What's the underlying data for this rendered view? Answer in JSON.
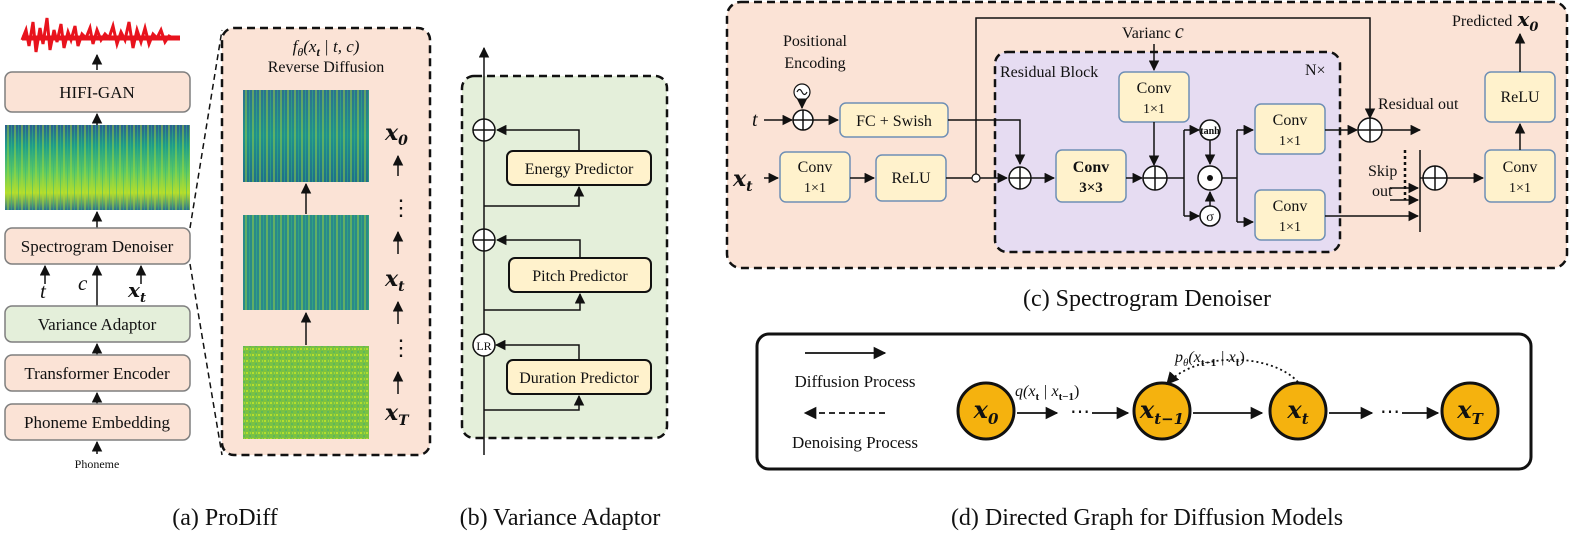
{
  "captions": {
    "a": "(a) ProDiff",
    "b": "(b) Variance Adaptor",
    "c": "(c) Spectrogram Denoiser",
    "d": "(d) Directed Graph for Diffusion Models"
  },
  "prodiff": {
    "hifigan": "HIFI-GAN",
    "denoiser": "Spectrogram Denoiser",
    "t": "t",
    "c": "c",
    "xt": "x",
    "xt_sub": "t",
    "adaptor": "Variance Adaptor",
    "encoder": "Transformer Encoder",
    "embedding": "Phoneme Embedding",
    "phoneme": "Phoneme"
  },
  "reverse": {
    "func": "f",
    "func_sub": "θ",
    "func_args": "(x",
    "func_args_sub": "t",
    "func_args_rest": " | t, c)",
    "title": "Reverse Diffusion",
    "x0": "x",
    "x0_sub": "0",
    "xt": "x",
    "xt_sub": "t",
    "xT": "x",
    "xT_sub": "T",
    "dots": "⋮"
  },
  "variance": {
    "energy": "Energy Predictor",
    "pitch": "Pitch Predictor",
    "duration": "Duration Predictor",
    "lr": "LR"
  },
  "denoiser": {
    "pos_enc_1": "Positional",
    "pos_enc_2": "Encoding",
    "t": "t",
    "fc": "FC + Swish",
    "xt": "x",
    "xt_sub": "t",
    "conv_in_1": "Conv",
    "conv_in_2": "1×1",
    "relu_in": "ReLU",
    "variance": "Varianc",
    "variance_c": "c",
    "residual_block": "Residual Block",
    "n_times": "N×",
    "conv_c_1": "Conv",
    "conv_c_2": "1×1",
    "conv3_1": "Conv",
    "conv3_2": "3×3",
    "tanh": "tanh",
    "sigma": "σ",
    "conv_r1_1": "Conv",
    "conv_r1_2": "1×1",
    "conv_r2_1": "Conv",
    "conv_r2_2": "1×1",
    "residual_out": "Residual out",
    "skip_1": "Skip",
    "skip_2": "out",
    "predicted": "Predicted",
    "pred_x": "x",
    "pred_sub": "0",
    "relu_out": "ReLU",
    "conv_out_1": "Conv",
    "conv_out_2": "1×1"
  },
  "graph": {
    "diffusion": "Diffusion Process",
    "denoising": "Denoising Process",
    "q": "q(x",
    "q_sub1": "t",
    "q_mid": " | x",
    "q_sub2": "t−1",
    "q_end": ")",
    "p": "p",
    "p_sub": "θ",
    "p_args": "(x",
    "p_sub1": "t−1",
    "p_mid": " | x",
    "p_sub2": "t",
    "p_end": ")",
    "dots": "⋯",
    "nodes": [
      {
        "x": "x",
        "sub": "0"
      },
      {
        "x": "x",
        "sub": "t−1"
      },
      {
        "x": "x",
        "sub": "t"
      },
      {
        "x": "x",
        "sub": "T"
      }
    ]
  },
  "colors": {
    "peach": "#fbe3d6",
    "green": "#e4efda",
    "yellow": "#fff2cc",
    "purple": "#e6dcf2",
    "node": "#f5b20e",
    "wave": "#e8131d",
    "box_stroke": "#7f7f7f"
  }
}
